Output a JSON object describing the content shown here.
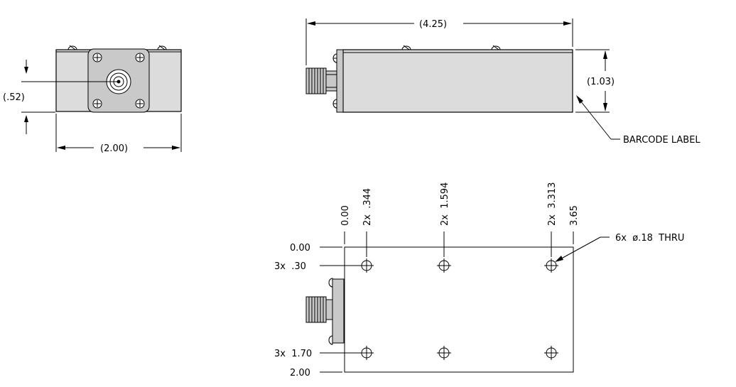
{
  "front_view": {
    "dim_height": "(.52)",
    "dim_width": "(2.00)"
  },
  "side_view": {
    "dim_length": "(4.25)",
    "dim_height": "(1.03)",
    "label_note": "BARCODE LABEL"
  },
  "bottom_view": {
    "x_ordinates": [
      "0.00",
      "2x  .344",
      "2x  1.594",
      "2x  3.313",
      "3.65"
    ],
    "y_ordinates": [
      "0.00",
      "3x  .30",
      "3x  1.70",
      "2.00"
    ],
    "hole_note": "6x  ø.18  THRU"
  }
}
